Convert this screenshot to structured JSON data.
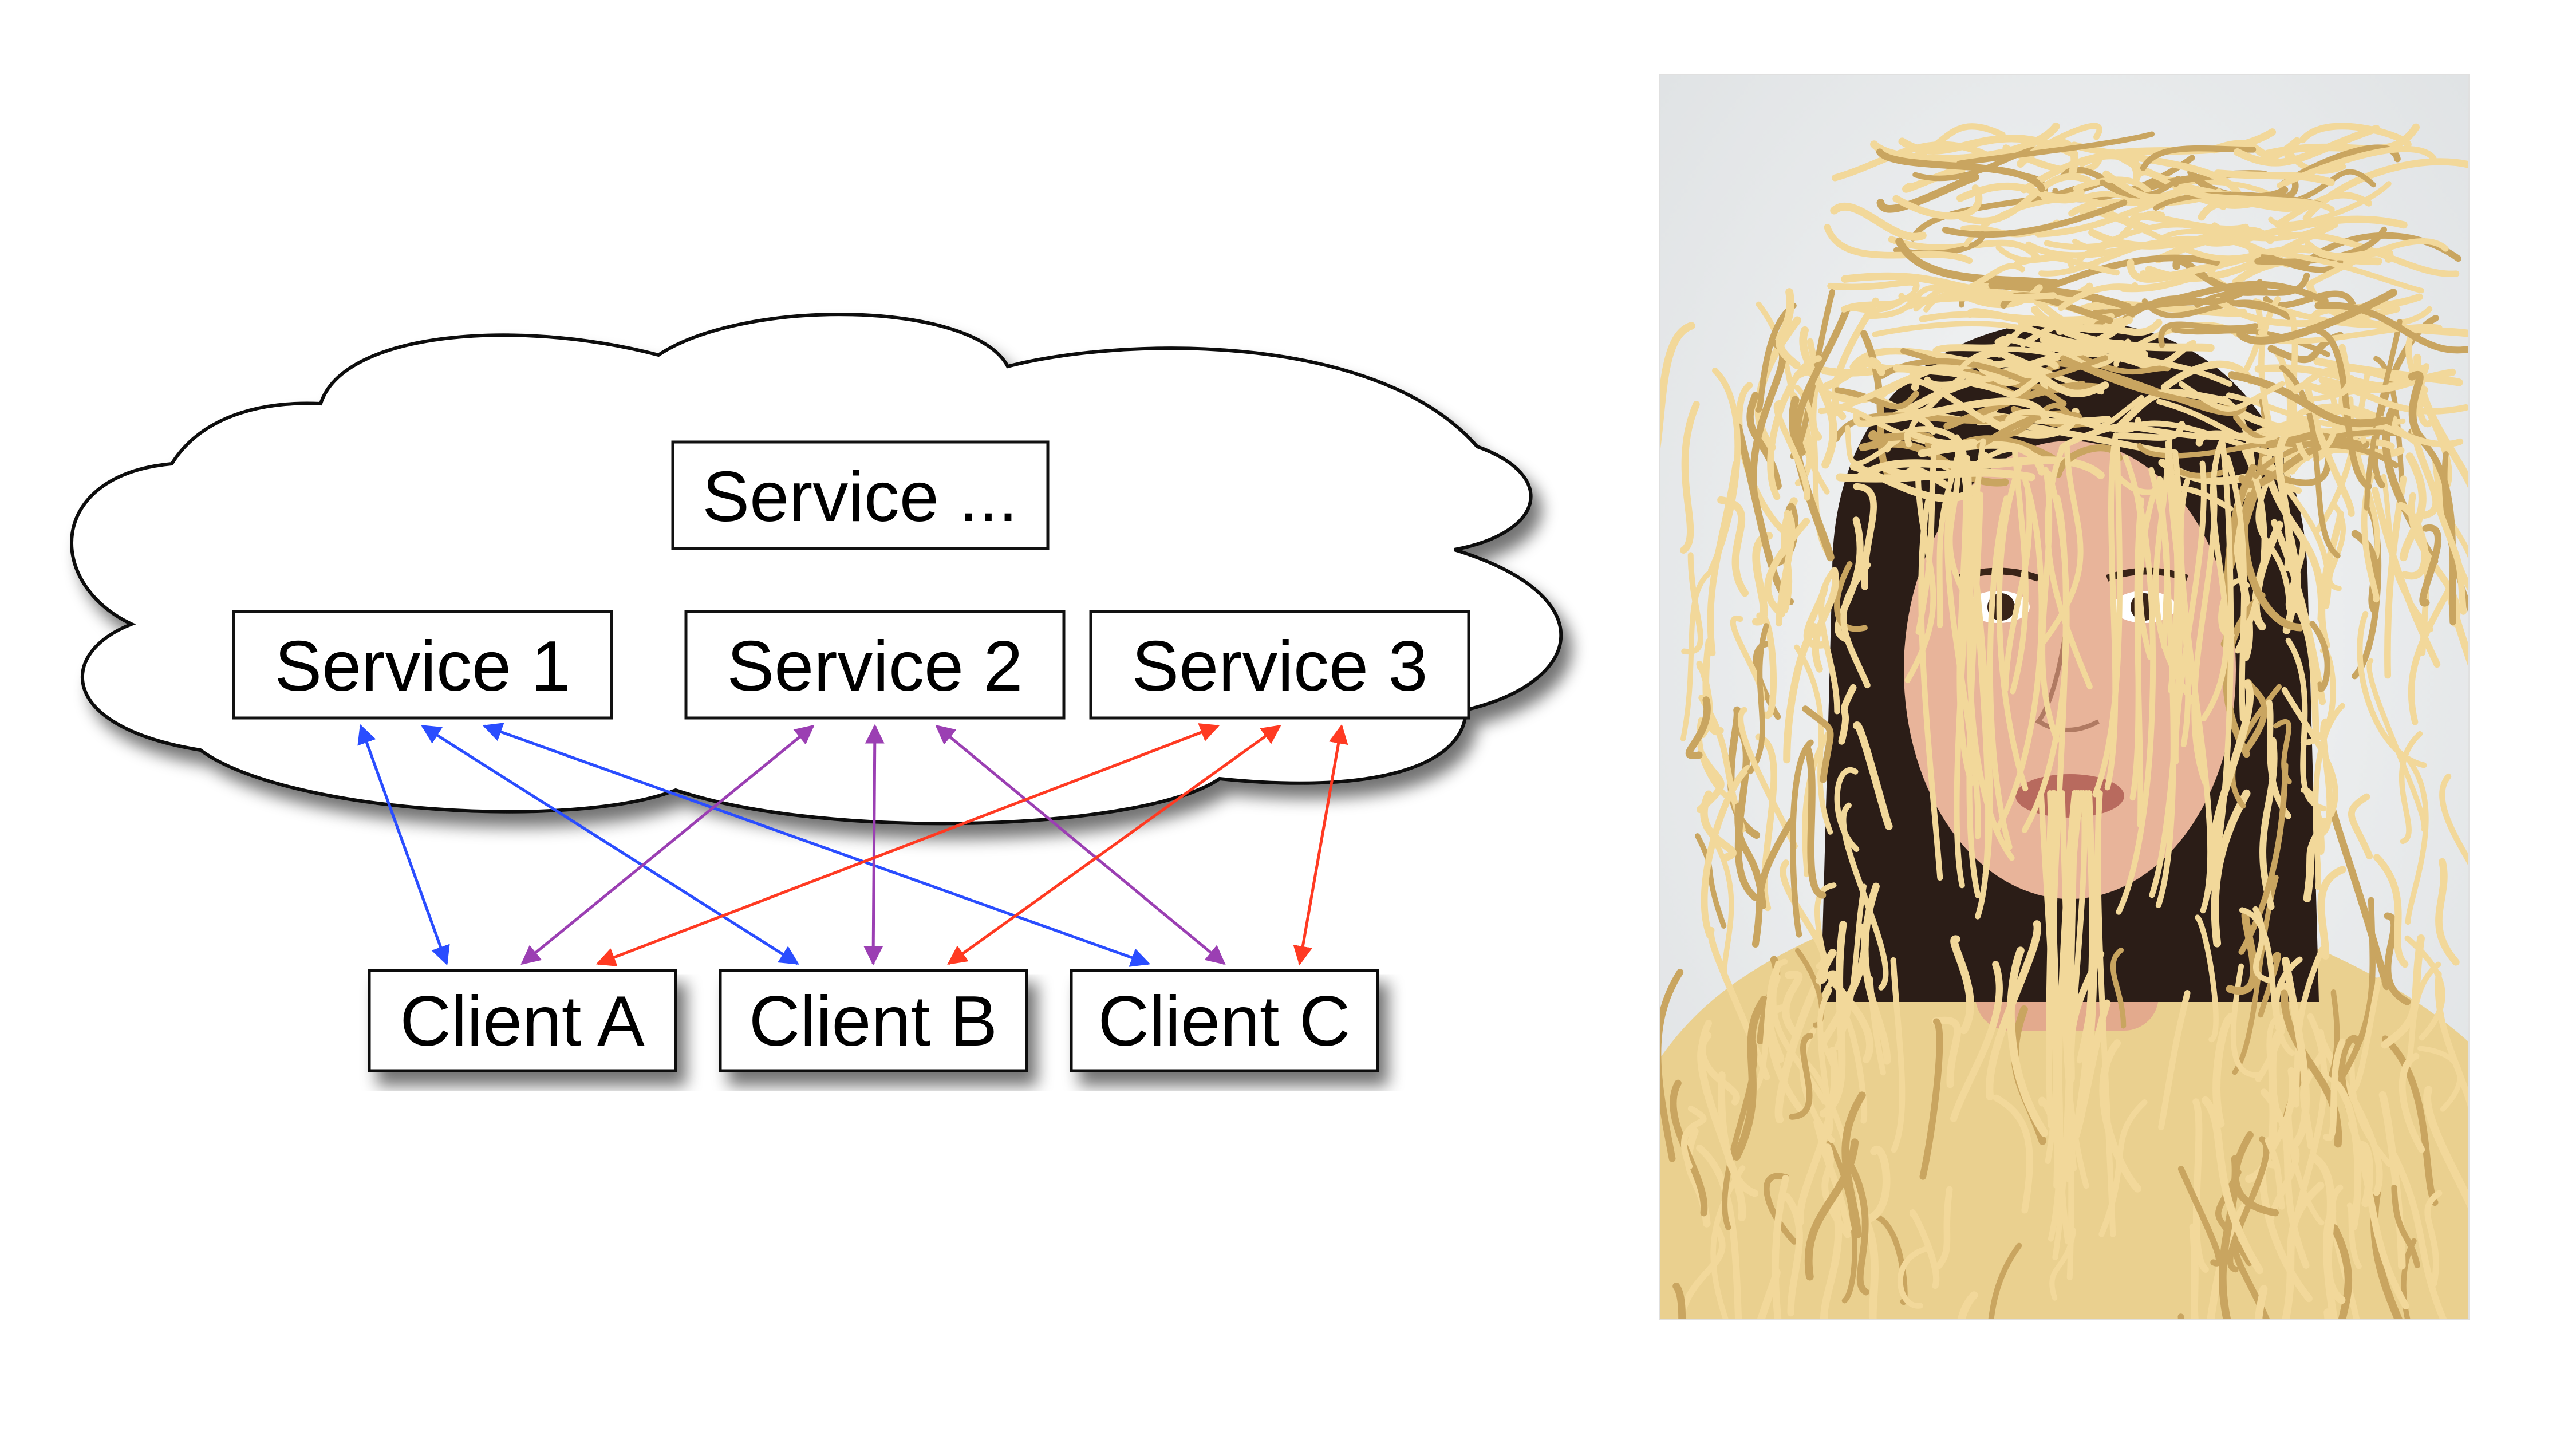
{
  "diagram": {
    "services": [
      {
        "id": "svc-more",
        "label": "Service ..."
      },
      {
        "id": "svc1",
        "label": "Service 1"
      },
      {
        "id": "svc2",
        "label": "Service 2"
      },
      {
        "id": "svc3",
        "label": "Service 3"
      }
    ],
    "clients": [
      {
        "id": "clientA",
        "label": "Client A"
      },
      {
        "id": "clientB",
        "label": "Client B"
      },
      {
        "id": "clientC",
        "label": "Client C"
      }
    ],
    "connections": [
      {
        "from": "svc1",
        "to": "clientA",
        "color": "#2a4dff"
      },
      {
        "from": "svc1",
        "to": "clientB",
        "color": "#2a4dff"
      },
      {
        "from": "svc1",
        "to": "clientC",
        "color": "#2a4dff"
      },
      {
        "from": "svc2",
        "to": "clientA",
        "color": "#9b3fb3"
      },
      {
        "from": "svc2",
        "to": "clientB",
        "color": "#9b3fb3"
      },
      {
        "from": "svc2",
        "to": "clientC",
        "color": "#9b3fb3"
      },
      {
        "from": "svc3",
        "to": "clientA",
        "color": "#ff3a22"
      },
      {
        "from": "svc3",
        "to": "clientB",
        "color": "#ff3a22"
      },
      {
        "from": "svc3",
        "to": "clientC",
        "color": "#ff3a22"
      }
    ]
  },
  "photo": {
    "subject": "woman covered in spaghetti noodles",
    "colors": {
      "background": "#eef0f1",
      "noodle": "#f2d89a",
      "noodle_shadow": "#c9a560",
      "skin": "#e8b49a",
      "hair": "#2b1d17"
    }
  }
}
